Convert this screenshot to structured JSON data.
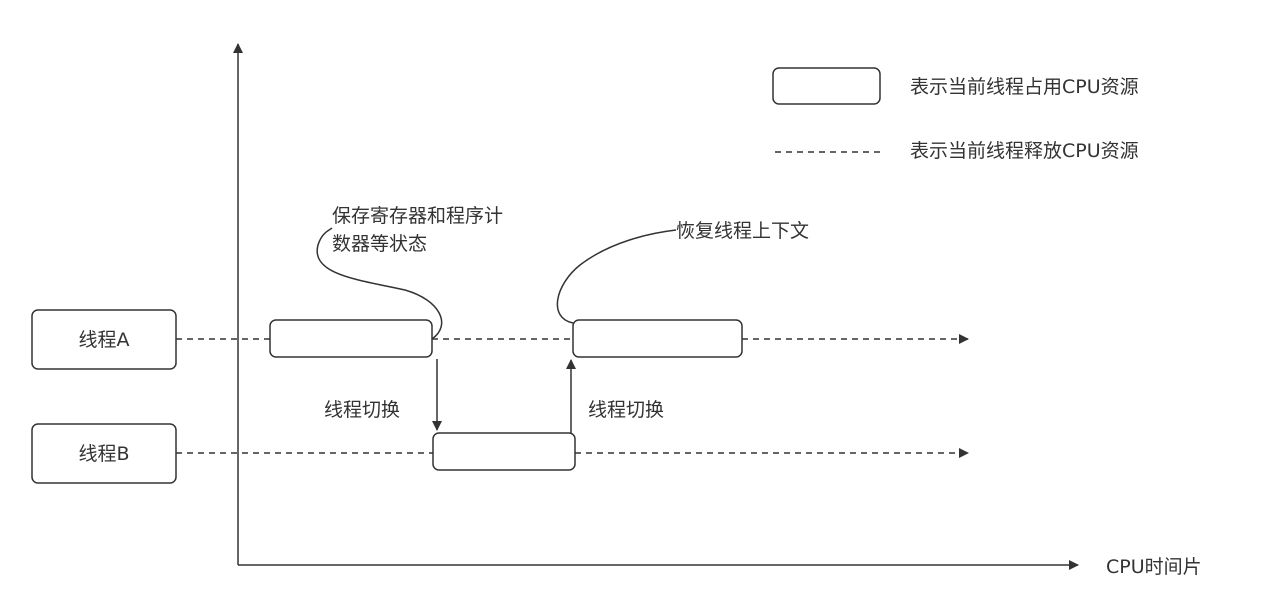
{
  "legend": {
    "occupy_text": "表示当前线程占用CPU资源",
    "release_text": "表示当前线程释放CPU资源"
  },
  "axis": {
    "x_label": "CPU时间片"
  },
  "threads": {
    "a_label": "线程A",
    "b_label": "线程B"
  },
  "annotations": {
    "save_line1": "保存寄存器和程序计",
    "save_line2": "数器等状态",
    "restore": "恢复线程上下文",
    "switch_left": "线程切换",
    "switch_right": "线程切换"
  },
  "colors": {
    "stroke": "#333333",
    "background": "#ffffff"
  }
}
